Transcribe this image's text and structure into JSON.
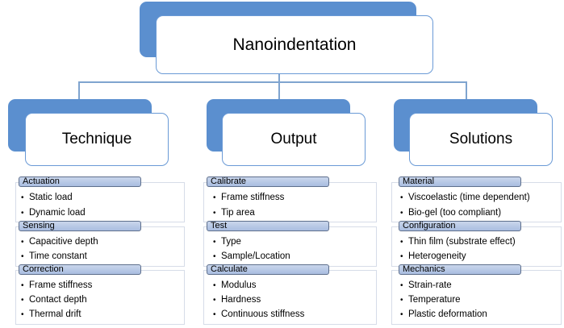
{
  "title": "Nanoindentation",
  "columns": [
    {
      "heading": "Technique",
      "groups": [
        {
          "label": "Actuation",
          "items": [
            "Static load",
            "Dynamic load"
          ]
        },
        {
          "label": "Sensing",
          "items": [
            "Capacitive depth",
            "Time constant"
          ]
        },
        {
          "label": "Correction",
          "items": [
            "Frame stiffness",
            "Contact depth",
            "Thermal drift"
          ]
        }
      ]
    },
    {
      "heading": "Output",
      "groups": [
        {
          "label": "Calibrate",
          "items": [
            "Frame stiffness",
            "Tip area"
          ]
        },
        {
          "label": "Test",
          "items": [
            "Type",
            "Sample/Location"
          ]
        },
        {
          "label": "Calculate",
          "items": [
            "Modulus",
            "Hardness",
            "Continuous stiffness"
          ]
        }
      ]
    },
    {
      "heading": "Solutions",
      "groups": [
        {
          "label": "Material",
          "items": [
            "Viscoelastic (time dependent)",
            "Bio-gel (too compliant)"
          ]
        },
        {
          "label": "Configuration",
          "items": [
            "Thin film (substrate effect)",
            "Heterogeneity"
          ]
        },
        {
          "label": "Mechanics",
          "items": [
            "Strain-rate",
            "Temperature",
            "Plastic deformation"
          ]
        }
      ]
    }
  ],
  "colors": {
    "box_fill": "#5b8fcf",
    "box_border": "#6a9ad6",
    "connector": "#7fa4cf",
    "subheader_fill": "#b9cae6"
  }
}
